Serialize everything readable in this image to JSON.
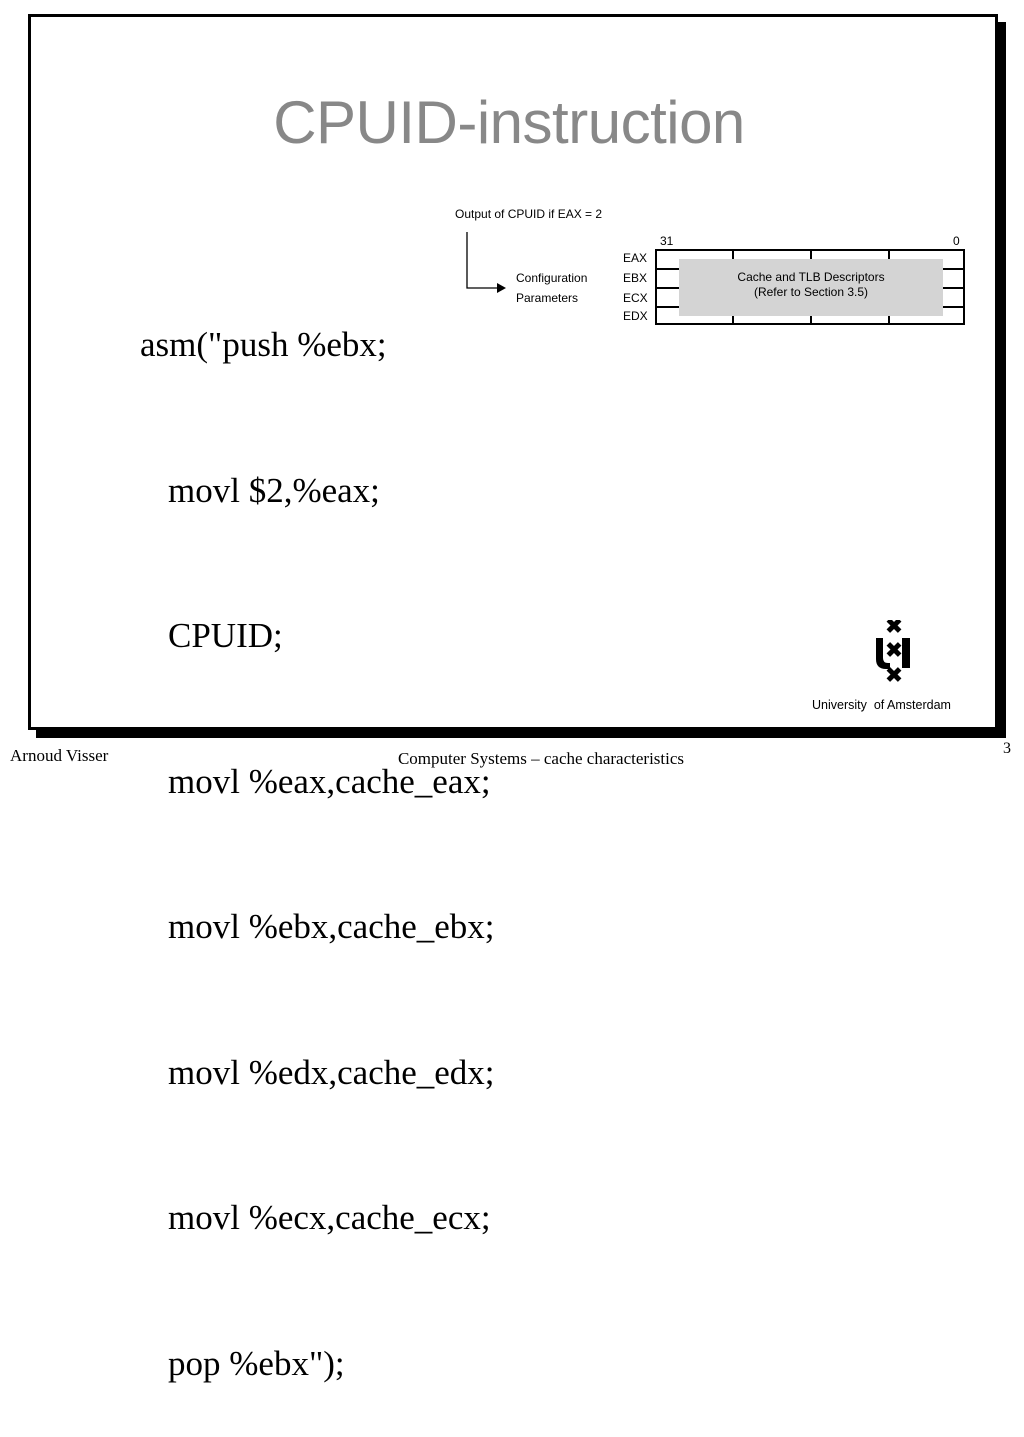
{
  "slide": {
    "title": "CPUID-instruction",
    "code_lines": [
      "asm(\"push %ebx;",
      "movl $2,%eax;",
      "CPUID;",
      "movl %eax,cache_eax;",
      "movl %ebx,cache_ebx;",
      "movl %edx,cache_edx;",
      "movl %ecx,cache_ecx;",
      "pop %ebx\");"
    ]
  },
  "diagram": {
    "caption": "Output of CPUID if EAX = 2",
    "side_label_line1": "Configuration",
    "side_label_line2": "Parameters",
    "bit_high": "31",
    "bit_low": "0",
    "registers": [
      "EAX",
      "EBX",
      "ECX",
      "EDX"
    ],
    "desc_line1": "Cache and TLB Descriptors",
    "desc_line2": "(Refer to Section 3.5)"
  },
  "branding": {
    "logo_icon": "university-of-amsterdam-logo",
    "university": "University  of Amsterdam"
  },
  "footer": {
    "author": "Arnoud Visser",
    "title": "Computer Systems – cache characteristics",
    "page": "3"
  }
}
